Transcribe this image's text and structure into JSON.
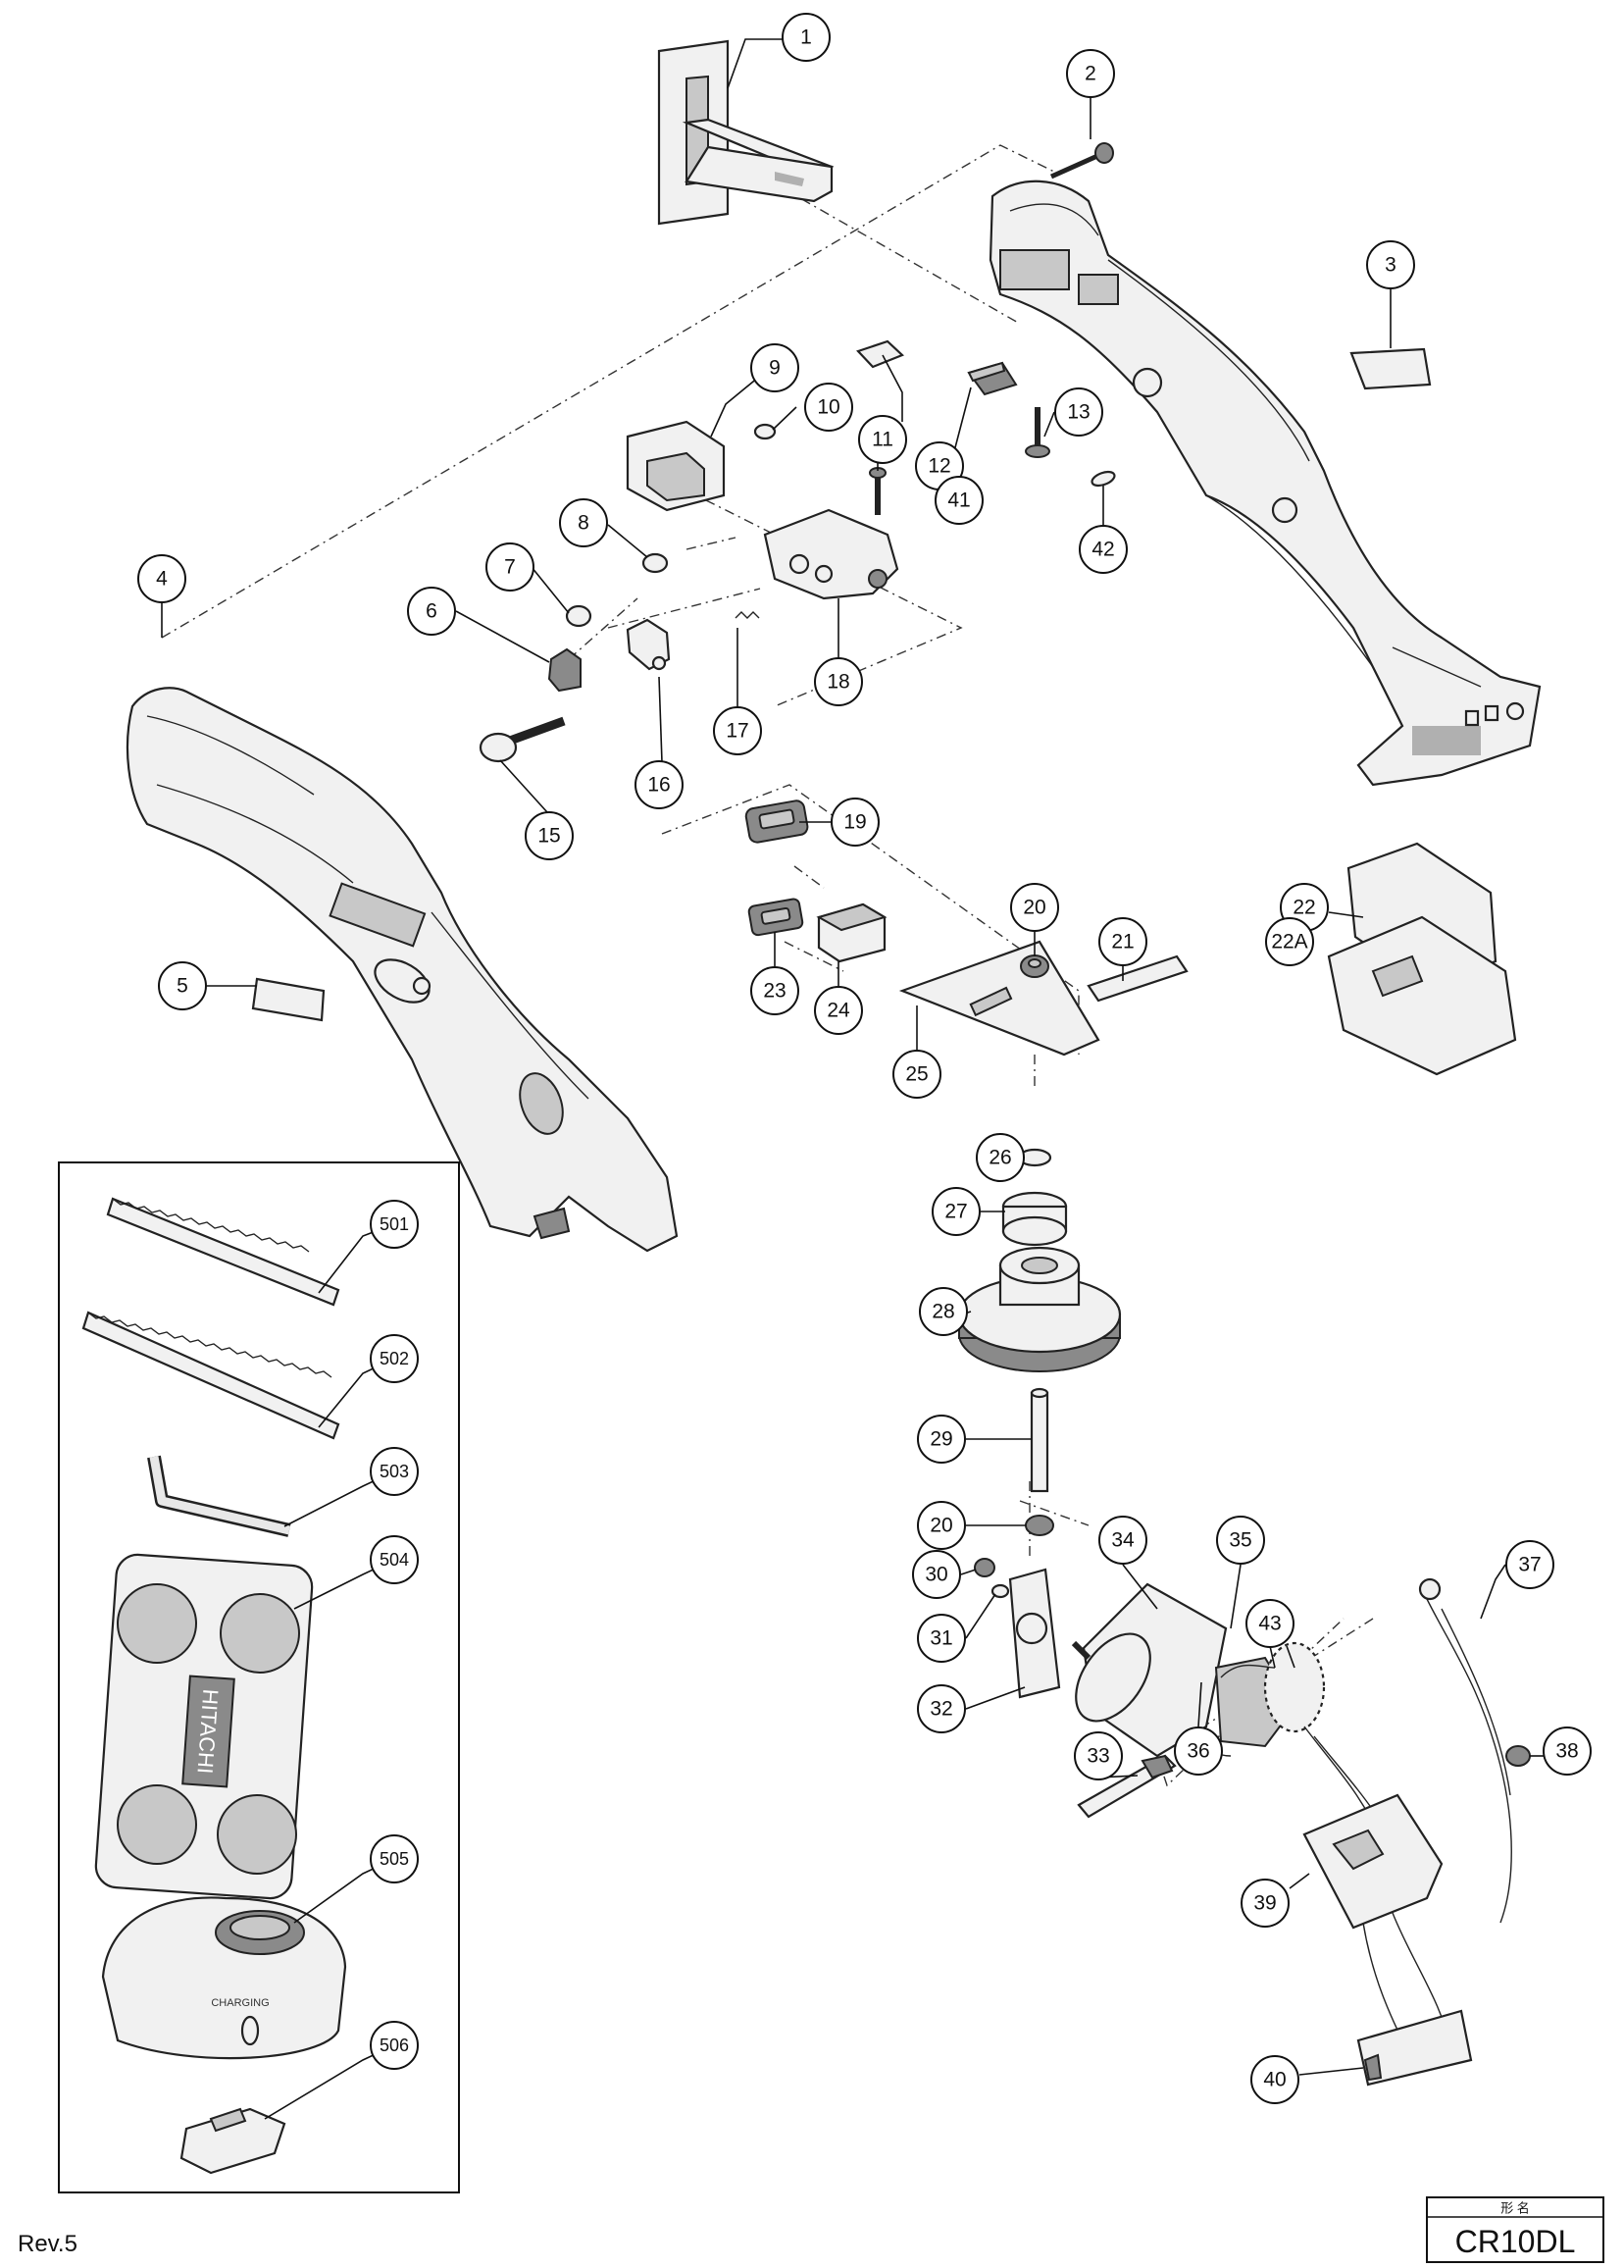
{
  "revision": "Rev.5",
  "model_box": {
    "header": "形 名",
    "model": "CR10DL"
  },
  "callouts": [
    {
      "label": "1"
    },
    {
      "label": "2"
    },
    {
      "label": "3"
    },
    {
      "label": "4"
    },
    {
      "label": "5"
    },
    {
      "label": "6"
    },
    {
      "label": "7"
    },
    {
      "label": "8"
    },
    {
      "label": "9"
    },
    {
      "label": "10"
    },
    {
      "label": "11"
    },
    {
      "label": "12"
    },
    {
      "label": "13"
    },
    {
      "label": "15"
    },
    {
      "label": "16"
    },
    {
      "label": "17"
    },
    {
      "label": "18"
    },
    {
      "label": "19"
    },
    {
      "label": "20"
    },
    {
      "label": "21"
    },
    {
      "label": "22"
    },
    {
      "label": "23"
    },
    {
      "label": "24"
    },
    {
      "label": "25"
    },
    {
      "label": "26"
    },
    {
      "label": "27"
    },
    {
      "label": "28"
    },
    {
      "label": "29"
    },
    {
      "label": "20"
    },
    {
      "label": "30"
    },
    {
      "label": "31"
    },
    {
      "label": "32"
    },
    {
      "label": "33"
    },
    {
      "label": "34"
    },
    {
      "label": "35"
    },
    {
      "label": "36"
    },
    {
      "label": "37"
    },
    {
      "label": "38"
    },
    {
      "label": "39"
    },
    {
      "label": "40"
    },
    {
      "label": "41"
    },
    {
      "label": "42"
    },
    {
      "label": "43"
    },
    {
      "label": "501"
    },
    {
      "label": "502"
    },
    {
      "label": "503"
    },
    {
      "label": "504"
    },
    {
      "label": "505"
    },
    {
      "label": "506"
    }
  ],
  "sub_labels": [
    {
      "label": "22A"
    }
  ],
  "case_logo": "HITACHI",
  "charger_label": "CHARGING"
}
